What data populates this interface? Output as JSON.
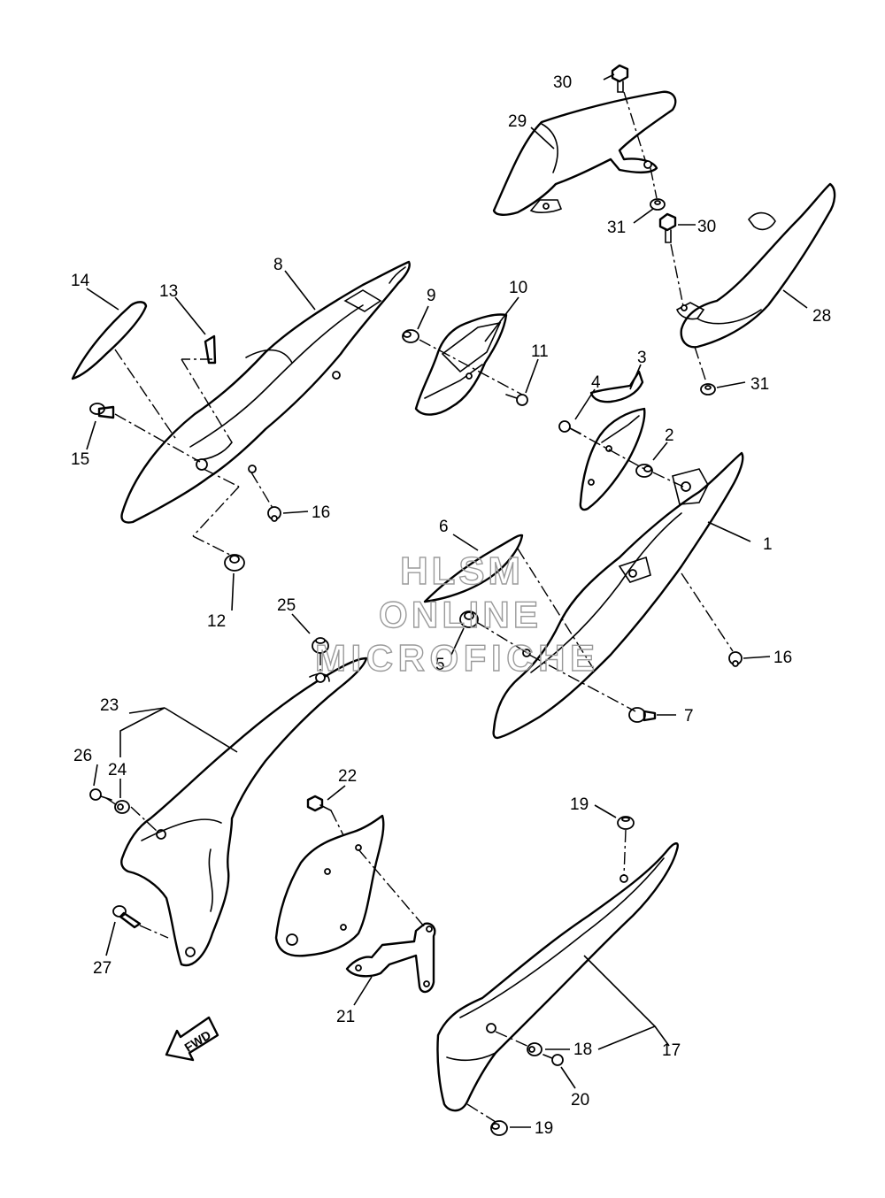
{
  "watermark": {
    "line1": "HLSM",
    "line2": "ONLINE",
    "line3": "MICROFICHE",
    "color": "#9a9a9a"
  },
  "direction_arrow": "FWD",
  "callouts": {
    "c1": "1",
    "c2": "2",
    "c3": "3",
    "c4": "4",
    "c5": "5",
    "c6": "6",
    "c7": "7",
    "c8": "8",
    "c9": "9",
    "c10": "10",
    "c11": "11",
    "c12": "12",
    "c13": "13",
    "c14": "14",
    "c15": "15",
    "c16a": "16",
    "c16b": "16",
    "c17": "17",
    "c18": "18",
    "c19a": "19",
    "c19b": "19",
    "c20": "20",
    "c21": "21",
    "c22": "22",
    "c23": "23",
    "c24": "24",
    "c25": "25",
    "c26": "26",
    "c27": "27",
    "c28": "28",
    "c29": "29",
    "c30a": "30",
    "c30b": "30",
    "c31a": "31",
    "c31b": "31"
  }
}
